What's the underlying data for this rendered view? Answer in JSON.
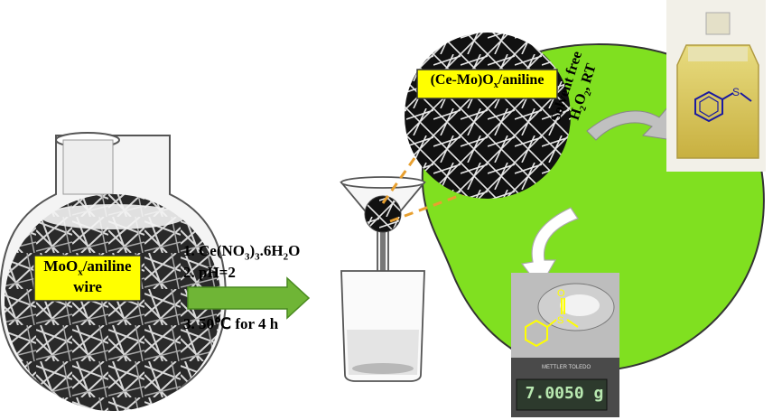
{
  "flask_label": {
    "line1_main": "MoO",
    "line1_sub": "x",
    "line1_tail": "/aniline",
    "line2": "wire"
  },
  "steps": {
    "step1_a": "1. Ce(NO",
    "step1_sub1": "3",
    "step1_b": ")",
    "step1_sub2": "3",
    "step1_c": ".6H",
    "step1_sub3": "2",
    "step1_d": "O",
    "step2": "2. pH=2",
    "step3": "3. 50℃ for 4 h"
  },
  "product_label": {
    "a": "(Ce-Mo)O",
    "sub": "x",
    "b": "/aniline"
  },
  "conditions": {
    "line1": "Solvent free",
    "l2_a": "H",
    "l2_sub1": "2",
    "l2_b": "O",
    "l2_sub2": "2",
    "l2_c": ", RT"
  },
  "scale_reading": "7.0050 g",
  "scale_brand": "METTLER TOLEDO",
  "colors": {
    "green_leaf": "#80e020",
    "label_yellow": "#ffff00",
    "arrow_green": "#6fb536",
    "dash_orange": "#e8a030",
    "molecule_blue": "#1a1aa0"
  }
}
